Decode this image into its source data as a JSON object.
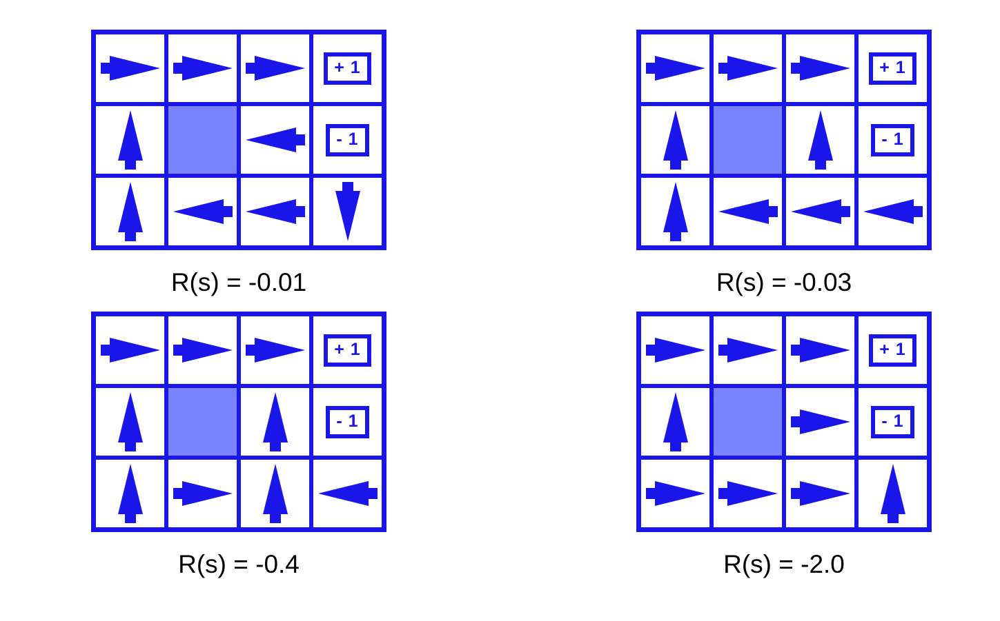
{
  "colors": {
    "arrow_blue": "#1A15E8",
    "grid_line_blue": "#1A15E8",
    "blocked_cell": "#7B82FE",
    "cell_background": "#FFFFFF",
    "caption_text": "#000000",
    "page_background": "#FFFFFF"
  },
  "chart_data": {
    "type": "diagram",
    "title": "",
    "description": "Four 4x3 gridworld optimal policy maps for different living rewards R(s)",
    "grid_shape": {
      "rows": 3,
      "cols": 4
    },
    "blocked_cell": {
      "row": 2,
      "col": 2
    },
    "terminal_cells": [
      {
        "row": 1,
        "col": 4,
        "label": "+ 1"
      },
      {
        "row": 2,
        "col": 4,
        "label": "- 1"
      }
    ],
    "panels": [
      {
        "id": "panel-r-0-01",
        "caption": "R(s) = -0.01",
        "reward_value": -0.01,
        "policy": [
          [
            "right",
            "right",
            "right",
            "terminal-positive"
          ],
          [
            "up",
            "blocked",
            "left",
            "terminal-negative"
          ],
          [
            "up",
            "left",
            "left",
            "down"
          ]
        ]
      },
      {
        "id": "panel-r-0-03",
        "caption": "R(s) = -0.03",
        "reward_value": -0.03,
        "policy": [
          [
            "right",
            "right",
            "right",
            "terminal-positive"
          ],
          [
            "up",
            "blocked",
            "up",
            "terminal-negative"
          ],
          [
            "up",
            "left",
            "left",
            "left"
          ]
        ]
      },
      {
        "id": "panel-r-0-4",
        "caption": "R(s) = -0.4",
        "reward_value": -0.4,
        "policy": [
          [
            "right",
            "right",
            "right",
            "terminal-positive"
          ],
          [
            "up",
            "blocked",
            "up",
            "terminal-negative"
          ],
          [
            "up",
            "right",
            "up",
            "left"
          ]
        ]
      },
      {
        "id": "panel-r-2-0",
        "caption": "R(s) = -2.0",
        "reward_value": -2.0,
        "policy": [
          [
            "right",
            "right",
            "right",
            "terminal-positive"
          ],
          [
            "up",
            "blocked",
            "right",
            "terminal-negative"
          ],
          [
            "right",
            "right",
            "right",
            "up"
          ]
        ]
      }
    ]
  },
  "panels": [
    {
      "caption": "R(s) = -0.01",
      "rows": [
        [
          {
            "kind": "arrow",
            "dir": "right"
          },
          {
            "kind": "arrow",
            "dir": "right"
          },
          {
            "kind": "arrow",
            "dir": "right"
          },
          {
            "kind": "reward",
            "label": "+ 1"
          }
        ],
        [
          {
            "kind": "arrow",
            "dir": "up"
          },
          {
            "kind": "blocked"
          },
          {
            "kind": "arrow",
            "dir": "left"
          },
          {
            "kind": "reward",
            "label": "- 1"
          }
        ],
        [
          {
            "kind": "arrow",
            "dir": "up"
          },
          {
            "kind": "arrow",
            "dir": "left"
          },
          {
            "kind": "arrow",
            "dir": "left"
          },
          {
            "kind": "arrow",
            "dir": "down"
          }
        ]
      ]
    },
    {
      "caption": "R(s) = -0.03",
      "rows": [
        [
          {
            "kind": "arrow",
            "dir": "right"
          },
          {
            "kind": "arrow",
            "dir": "right"
          },
          {
            "kind": "arrow",
            "dir": "right"
          },
          {
            "kind": "reward",
            "label": "+ 1"
          }
        ],
        [
          {
            "kind": "arrow",
            "dir": "up"
          },
          {
            "kind": "blocked"
          },
          {
            "kind": "arrow",
            "dir": "up"
          },
          {
            "kind": "reward",
            "label": "- 1"
          }
        ],
        [
          {
            "kind": "arrow",
            "dir": "up"
          },
          {
            "kind": "arrow",
            "dir": "left"
          },
          {
            "kind": "arrow",
            "dir": "left"
          },
          {
            "kind": "arrow",
            "dir": "left"
          }
        ]
      ]
    },
    {
      "caption": "R(s) = -0.4",
      "rows": [
        [
          {
            "kind": "arrow",
            "dir": "right"
          },
          {
            "kind": "arrow",
            "dir": "right"
          },
          {
            "kind": "arrow",
            "dir": "right"
          },
          {
            "kind": "reward",
            "label": "+ 1"
          }
        ],
        [
          {
            "kind": "arrow",
            "dir": "up"
          },
          {
            "kind": "blocked"
          },
          {
            "kind": "arrow",
            "dir": "up"
          },
          {
            "kind": "reward",
            "label": "- 1"
          }
        ],
        [
          {
            "kind": "arrow",
            "dir": "up"
          },
          {
            "kind": "arrow",
            "dir": "right"
          },
          {
            "kind": "arrow",
            "dir": "up"
          },
          {
            "kind": "arrow",
            "dir": "left"
          }
        ]
      ]
    },
    {
      "caption": "R(s) = -2.0",
      "rows": [
        [
          {
            "kind": "arrow",
            "dir": "right"
          },
          {
            "kind": "arrow",
            "dir": "right"
          },
          {
            "kind": "arrow",
            "dir": "right"
          },
          {
            "kind": "reward",
            "label": "+ 1"
          }
        ],
        [
          {
            "kind": "arrow",
            "dir": "up"
          },
          {
            "kind": "blocked"
          },
          {
            "kind": "arrow",
            "dir": "right"
          },
          {
            "kind": "reward",
            "label": "- 1"
          }
        ],
        [
          {
            "kind": "arrow",
            "dir": "right"
          },
          {
            "kind": "arrow",
            "dir": "right"
          },
          {
            "kind": "arrow",
            "dir": "right"
          },
          {
            "kind": "arrow",
            "dir": "up"
          }
        ]
      ]
    }
  ]
}
